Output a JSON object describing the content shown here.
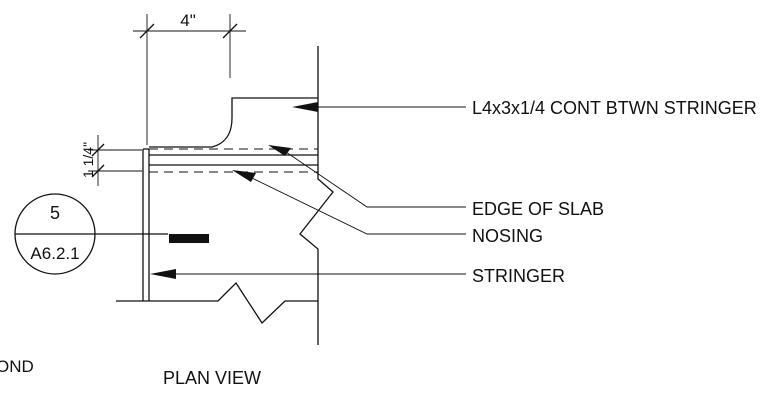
{
  "dimension_top": "4\"",
  "dimension_left": "1 1/4\"",
  "callouts": {
    "angle": "L4x3x1/4 CONT BTWN STRINGER",
    "edge_of_slab": "EDGE OF SLAB",
    "nosing": "NOSING",
    "stringer": "STRINGER"
  },
  "detail_bubble": {
    "number": "5",
    "sheet": "A6.2.1"
  },
  "cut_off_label": "OND",
  "view_title": "PLAN VIEW",
  "colors": {
    "line": "#111111",
    "background": "#ffffff"
  }
}
